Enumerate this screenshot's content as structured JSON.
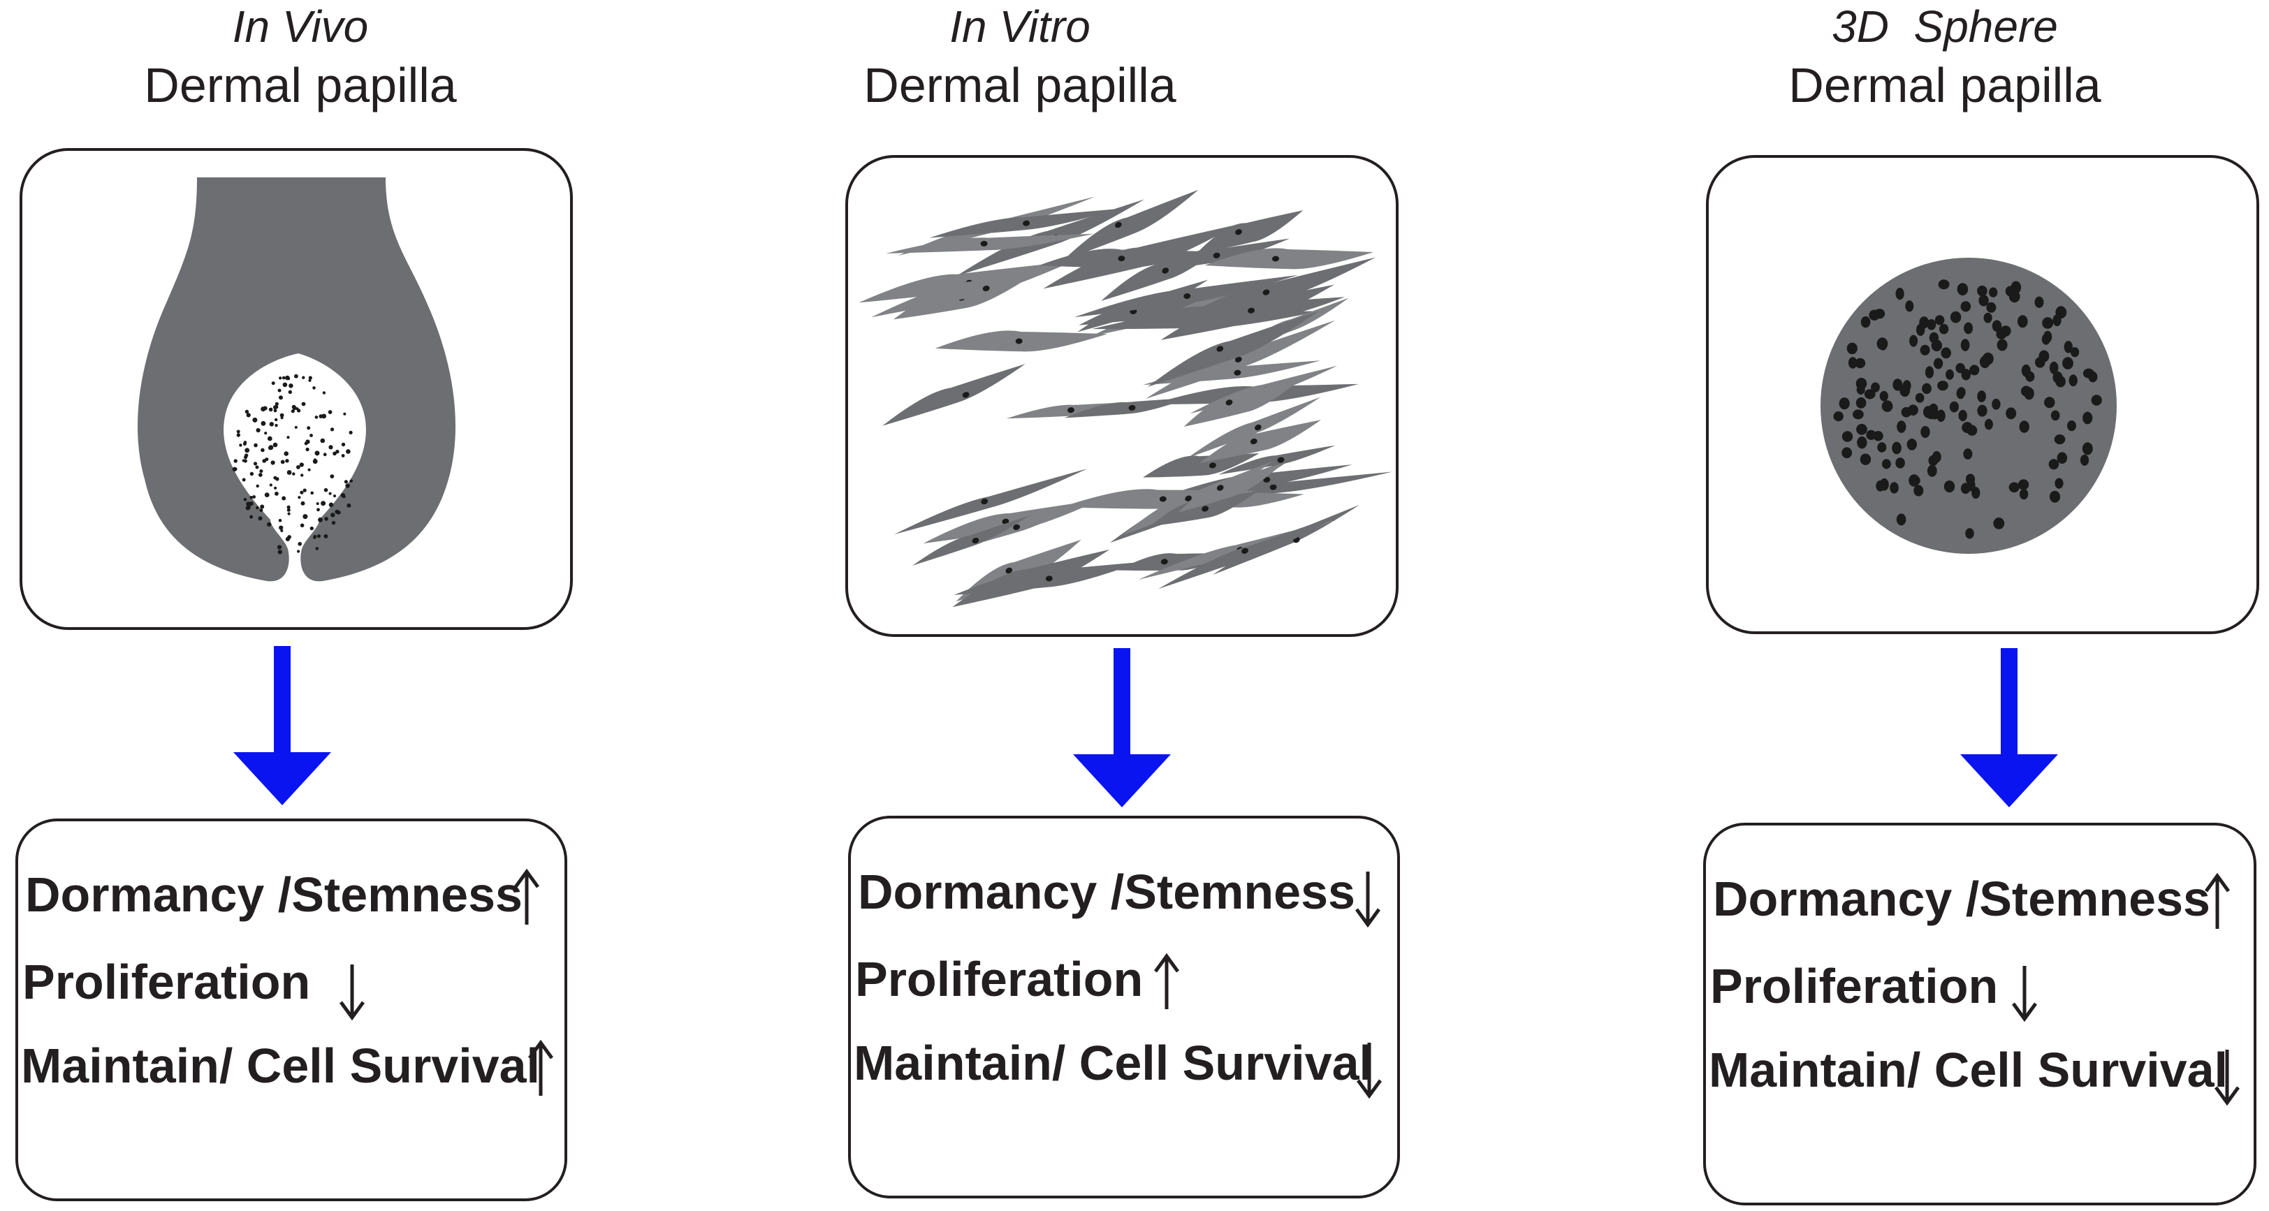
{
  "columns": [
    {
      "id": "in-vivo",
      "title_italic": "In Vivo",
      "subtitle": "Dermal papilla",
      "effects": [
        {
          "label": "Dormancy /Stemness",
          "trend": "up"
        },
        {
          "label": "Proliferation",
          "trend": "down"
        },
        {
          "label": "Maintain/ Cell Survival",
          "trend": "up"
        }
      ]
    },
    {
      "id": "in-vitro",
      "title_italic": "In Vitro",
      "subtitle": "Dermal papilla",
      "effects": [
        {
          "label": "Dormancy /Stemness",
          "trend": "down"
        },
        {
          "label": "Proliferation",
          "trend": "up"
        },
        {
          "label": "Maintain/ Cell Survival",
          "trend": "down"
        }
      ]
    },
    {
      "id": "3d-sphere",
      "title_italic": "3D  Sphere",
      "subtitle": "Dermal papilla",
      "effects": [
        {
          "label": "Dormancy /Stemness",
          "trend": "up"
        },
        {
          "label": "Proliferation",
          "trend": "down"
        },
        {
          "label": "Maintain/ Cell Survival",
          "trend": "down"
        }
      ]
    }
  ],
  "colors": {
    "arrow": "#0a14f0",
    "tissue": "#6d6e71",
    "cell_light": "#808285",
    "nucleus": "#1a1a1a",
    "outline": "#231f20"
  }
}
